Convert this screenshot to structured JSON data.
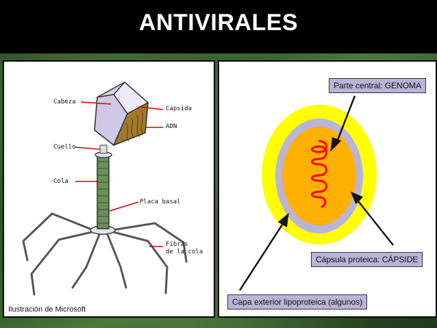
{
  "title": "ANTIVIRALES",
  "left_panel": {
    "labels": {
      "cabeza": "Cabeza",
      "capsida": "Cápsida",
      "adn": "ADN",
      "cuello": "Cuello",
      "cola": "Cola",
      "placa_basal": "Placa basal",
      "fibras_line1": "Fibras",
      "fibras_line2": "de la cola"
    },
    "caption": "Ilustración de Microsoft"
  },
  "right_panel": {
    "genoma_label": "Parte central: GENOMA",
    "capside_label": "Cápsula proteica: CÁPSIDE",
    "capa_label": "Capa exterior lipoproteica (algunos)"
  },
  "colors": {
    "title_bar": "#000000",
    "outer_layer": "#ffff00",
    "capsid_layer": "#b9b4d8",
    "core": "#ffb000",
    "genome": "#ff0000",
    "label_box": "#b9b4d8",
    "pointer_line": "#cc0000"
  }
}
